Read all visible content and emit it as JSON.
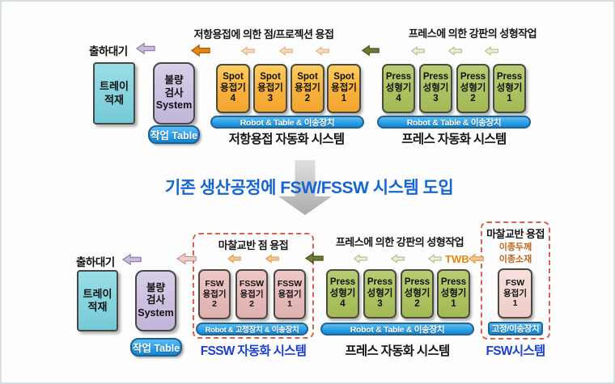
{
  "colors": {
    "accent_blue_bar": "#1E9BE9",
    "title_blue": "#1566D2",
    "caption_blue": "#1C3FD6",
    "orange_note": "#C2641E",
    "twb_orange": "#E8860A",
    "dashed_red": "#D8604C",
    "spot_orange": "#F8B13A",
    "press_green": "#A2B954",
    "fssw_pink": "#DFB0B0",
    "tray_cyan": "#74CAD6",
    "inspect_purple": "#C2B4DA"
  },
  "top": {
    "ship_label": "출하대기",
    "weld_heading": "저항용접에 의한 점/프로젝션 용접",
    "press_heading": "프레스에 의한 강판의 성형작업",
    "tray_box": "트레이\n적재",
    "inspection_box": "불량\n검사\nSystem",
    "work_table_label": "작업 Table",
    "spot_machines": [
      "Spot\n용접기\n4",
      "Spot\n용접기\n3",
      "Spot\n용접기\n2",
      "Spot\n용접기\n1"
    ],
    "weld_robot_bar": "Robot & Table & 이송장치",
    "weld_caption": "저항용접 자동화 시스템",
    "press_machines": [
      "Press\n성형기\n4",
      "Press\n성형기\n3",
      "Press\n성형기\n2",
      "Press\n성형기\n1"
    ],
    "press_robot_bar": "Robot & Table & 이송장치",
    "press_caption": "프레스 자동화 시스템"
  },
  "middle": {
    "title": "기존 생산공정에 FSW/FSSW 시스템 도입"
  },
  "bottom": {
    "ship_label": "출하대기",
    "fssw_heading": "마찰교반 점 용접",
    "press_heading": "프레스에 의한 강판의 성형작업",
    "fsw_heading": "마찰교반 용접",
    "fsw_note": "이종두께\n이종소재",
    "twb_label": "TWB",
    "tray_box": "트레이\n적재",
    "inspection_box": "불량\n검사\nSystem",
    "work_table_label": "작업 Table",
    "fssw_machines": [
      "FSW\n용접기\n2",
      "FSSW\n용접기\n2",
      "FSSW\n용접기\n1"
    ],
    "fssw_robot_bar": "Robot & 고정장치 & 이송장치",
    "fssw_caption": "FSSW 자동화 시스템",
    "press_machines": [
      "Press\n성형기\n4",
      "Press\n성형기\n3",
      "Press\n성형기\n2",
      "Press\n성형기\n1"
    ],
    "press_robot_bar": "Robot & Table & 이송장치",
    "press_caption": "프레스 자동화 시스템",
    "fsw_machine": "FSW\n용접기\n1",
    "fsw_fixture_label": "고정/이송장치",
    "fsw_caption": "FSW시스템"
  }
}
